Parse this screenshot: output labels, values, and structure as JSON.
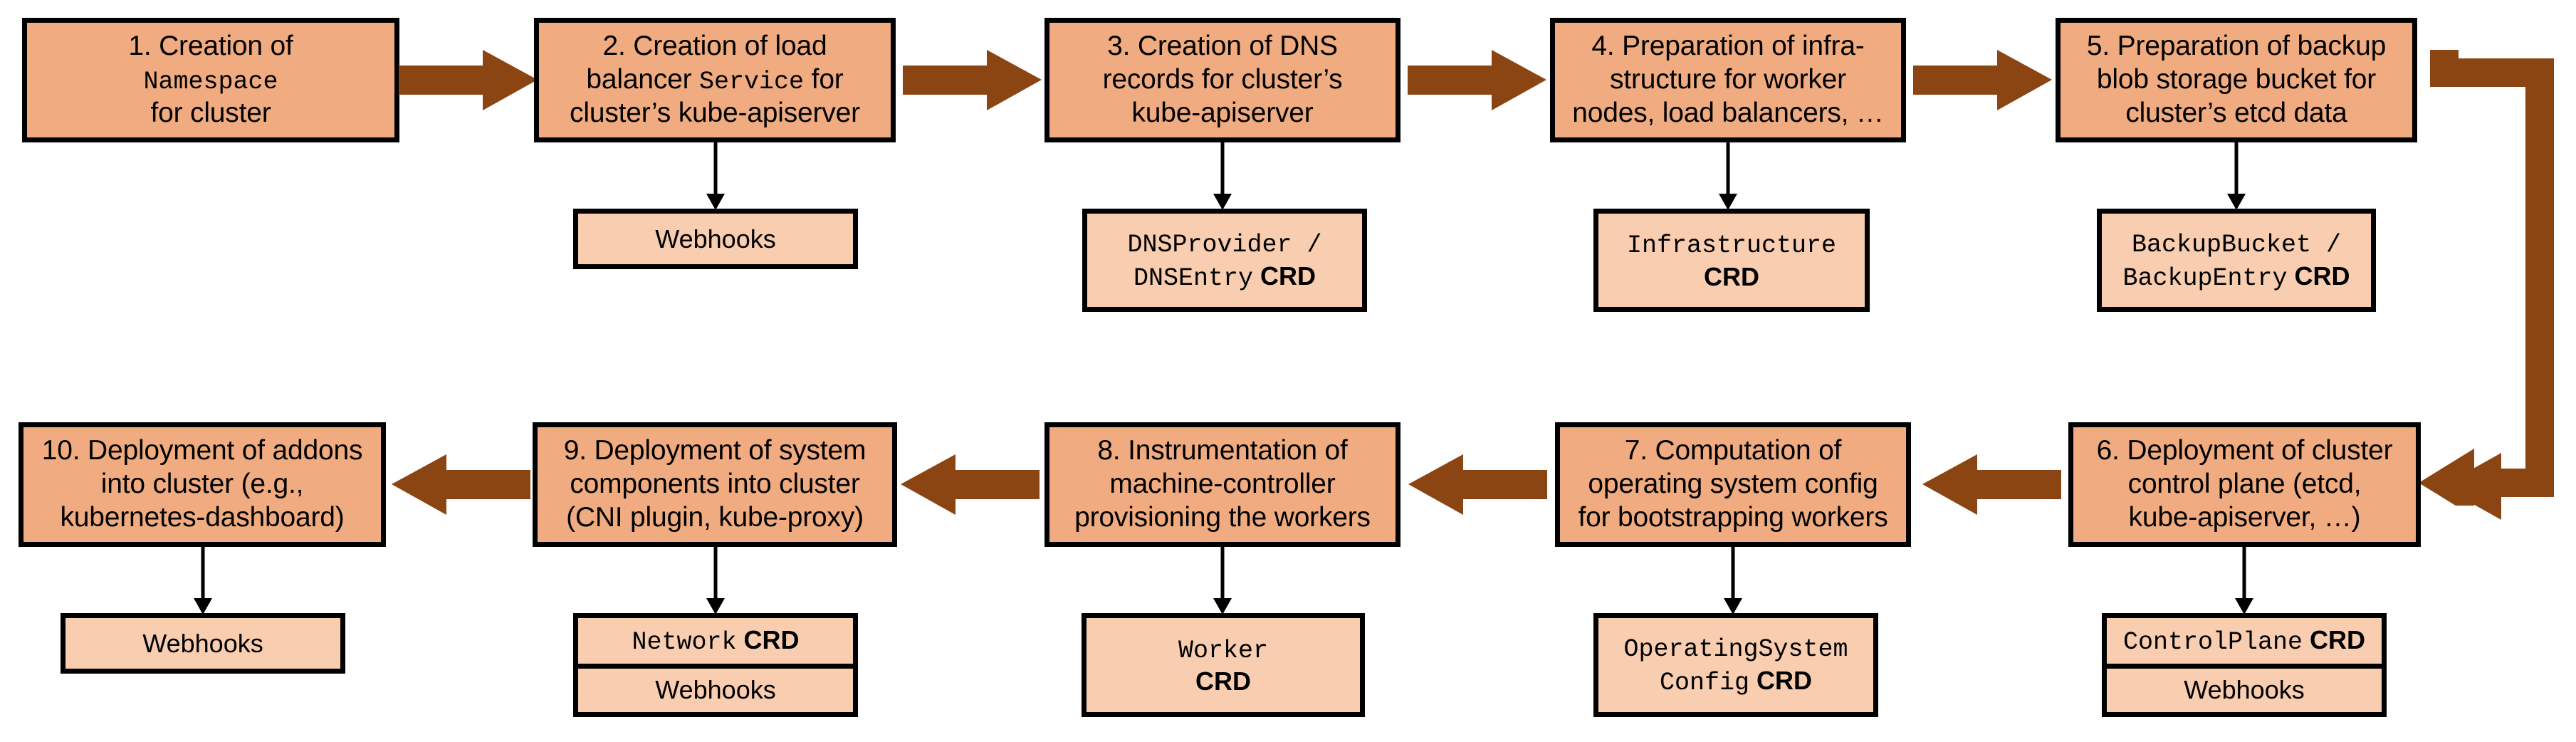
{
  "diagram": {
    "title": "Gardener cluster reconciliation flow",
    "colors": {
      "step_fill": "#F0AC80",
      "sub_fill": "#F8CDB0",
      "arrow": "#8B4513",
      "border": "#000000",
      "background": "#FFFFFF"
    }
  },
  "steps": [
    {
      "id": "step-1",
      "number": "1.",
      "line1": "1. Creation of",
      "mono1": "Namespace",
      "line3": "for cluster",
      "sub": null
    },
    {
      "id": "step-2",
      "line1": "2. Creation of load",
      "line2a": "balancer ",
      "mono1": "Service",
      "line2b": " for",
      "line3": "cluster’s kube-apiserver",
      "sub": {
        "cells": [
          {
            "text": "Webhooks",
            "style": "sans"
          }
        ]
      }
    },
    {
      "id": "step-3",
      "line1": "3. Creation of DNS",
      "line2": "records for cluster’s",
      "line3": "kube-apiserver",
      "sub": {
        "cells": [
          {
            "mono": "DNSProvider /",
            "mono2": "DNSEntry",
            "crd": "CRD",
            "style": "mono-crd-2line"
          }
        ]
      }
    },
    {
      "id": "step-4",
      "line1": "4. Preparation of infra-",
      "line2": "structure for worker",
      "line3": "nodes, load balancers, …",
      "sub": {
        "cells": [
          {
            "mono": "Infrastructure",
            "crd": "CRD",
            "style": "mono-over-crd"
          }
        ]
      }
    },
    {
      "id": "step-5",
      "line1": "5. Preparation of backup",
      "line2": "blob storage bucket for",
      "line3": "cluster’s etcd data",
      "sub": {
        "cells": [
          {
            "mono": "BackupBucket /",
            "mono2": "BackupEntry",
            "crd": "CRD",
            "style": "mono-crd-2line"
          }
        ]
      }
    },
    {
      "id": "step-6",
      "line1": "6. Deployment of cluster",
      "line2": "control plane (etcd,",
      "line3": "kube-apiserver, …)",
      "sub": {
        "cells": [
          {
            "mono": "ControlPlane",
            "crd": "CRD",
            "style": "mono-crd-inline"
          },
          {
            "text": "Webhooks",
            "style": "sans"
          }
        ]
      }
    },
    {
      "id": "step-7",
      "line1": "7. Computation of",
      "line2": "operating system config",
      "line3": "for bootstrapping workers",
      "sub": {
        "cells": [
          {
            "mono": "OperatingSystem",
            "mono2": "Config",
            "crd": "CRD",
            "style": "mono-crd-2line"
          }
        ]
      }
    },
    {
      "id": "step-8",
      "line1": "8. Instrumentation of",
      "line2": "machine-controller",
      "line3": "provisioning the workers",
      "sub": {
        "cells": [
          {
            "mono": "Worker",
            "crd": "CRD",
            "style": "mono-over-crd"
          }
        ]
      }
    },
    {
      "id": "step-9",
      "line1": "9. Deployment of system",
      "line2": "components into cluster",
      "line3": "(CNI plugin, kube-proxy)",
      "sub": {
        "cells": [
          {
            "mono": "Network",
            "crd": "CRD",
            "style": "mono-crd-inline"
          },
          {
            "text": "Webhooks",
            "style": "sans"
          }
        ]
      }
    },
    {
      "id": "step-10",
      "line1": "10. Deployment of addons",
      "line2": "into cluster (e.g.,",
      "line3": "kubernetes-dashboard)",
      "sub": {
        "cells": [
          {
            "text": "Webhooks",
            "style": "sans"
          }
        ]
      }
    }
  ],
  "text": {
    "s1_l1": "1. Creation of",
    "s1_mono": "Namespace",
    "s1_l3": "for cluster",
    "s2_l1": "2. Creation of load",
    "s2_l2a": "balancer ",
    "s2_mono": "Service",
    "s2_l2b": " for",
    "s2_l3": "cluster’s kube-apiserver",
    "s2_sub_webhooks": "Webhooks",
    "s3_l1": "3. Creation of DNS",
    "s3_l2": "records for cluster’s",
    "s3_l3": "kube-apiserver",
    "s3_sub_mono1": "DNSProvider /",
    "s3_sub_mono2": "DNSEntry",
    "s3_sub_crd": "CRD",
    "s4_l1": "4. Preparation of infra-",
    "s4_l2": "structure for worker",
    "s4_l3": "nodes, load balancers, …",
    "s4_sub_mono1": "Infrastructure",
    "s4_sub_crd": "CRD",
    "s5_l1": "5. Preparation of backup",
    "s5_l2": "blob storage bucket for",
    "s5_l3": "cluster’s etcd data",
    "s5_sub_mono1": "BackupBucket /",
    "s5_sub_mono2": "BackupEntry",
    "s5_sub_crd": "CRD",
    "s6_l1": "6. Deployment of cluster",
    "s6_l2": "control plane (etcd,",
    "s6_l3": "kube-apiserver, …)",
    "s6_sub_mono1": "ControlPlane",
    "s6_sub_crd": "CRD",
    "s6_sub_webhooks": "Webhooks",
    "s7_l1": "7. Computation of",
    "s7_l2": "operating system config",
    "s7_l3": "for bootstrapping workers",
    "s7_sub_mono1": "OperatingSystem",
    "s7_sub_mono2": "Config",
    "s7_sub_crd": "CRD",
    "s8_l1": "8. Instrumentation of",
    "s8_l2": "machine-controller",
    "s8_l3": "provisioning the workers",
    "s8_sub_mono1": "Worker",
    "s8_sub_crd": "CRD",
    "s9_l1": "9. Deployment of system",
    "s9_l2": "components into cluster",
    "s9_l3": "(CNI plugin, kube-proxy)",
    "s9_sub_mono1": "Network",
    "s9_sub_crd": "CRD",
    "s9_sub_webhooks": "Webhooks",
    "s10_l1": "10. Deployment of addons",
    "s10_l2": "into cluster (e.g.,",
    "s10_l3": "kubernetes-dashboard)",
    "s10_sub_webhooks": "Webhooks"
  }
}
